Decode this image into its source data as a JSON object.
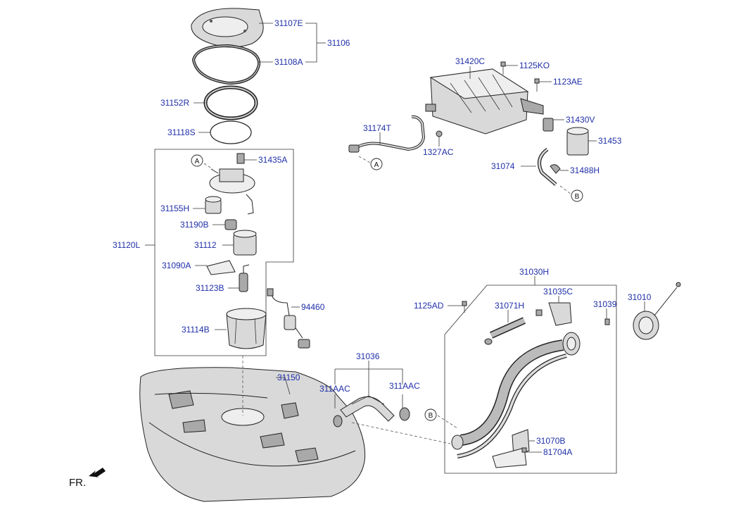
{
  "labels": {
    "p31107E": "31107E",
    "p31106": "31106",
    "p31108A": "31108A",
    "p31152R": "31152R",
    "p31118S": "31118S",
    "p31435A": "31435A",
    "p31155H": "31155H",
    "p31190B": "31190B",
    "p31120L": "31120L",
    "p31112": "31112",
    "p31090A": "31090A",
    "p31123B": "31123B",
    "p94460": "94460",
    "p31114B": "31114B",
    "p31150": "31150",
    "p31036": "31036",
    "p311AAC_left": "311AAC",
    "p311AAC_right": "311AAC",
    "p31420C": "31420C",
    "p1125KO": "1125KO",
    "p1123AE": "1123AE",
    "p31174T": "31174T",
    "p31430V": "31430V",
    "p31453": "31453",
    "p1327AC": "1327AC",
    "p31074": "31074",
    "p31488H": "31488H",
    "p31030H": "31030H",
    "p31035C": "31035C",
    "p31039": "31039",
    "p31010": "31010",
    "p1125AD": "1125AD",
    "p31071H": "31071H",
    "p31070B": "31070B",
    "p81704A": "81704A"
  },
  "callouts": {
    "a_top": "A",
    "a_right": "A",
    "b_top": "B",
    "b_bottom": "B"
  },
  "direction": {
    "front_label": "FR."
  },
  "icons": {
    "front_arrow": "front-direction-arrow-icon"
  }
}
